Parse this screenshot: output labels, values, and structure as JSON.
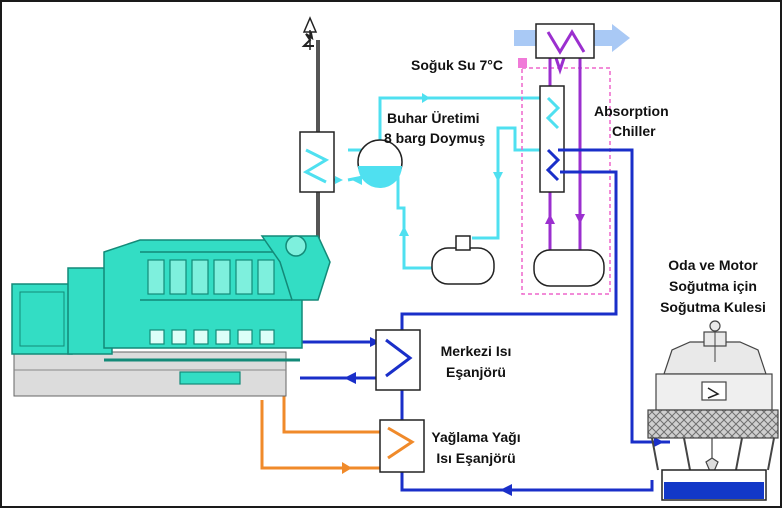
{
  "labels": {
    "cold_water": "Soğuk Su 7°C",
    "steam_line1": "Buhar Üretimi",
    "steam_line2": "8 barg Doymuş",
    "chiller_line1": "Absorption",
    "chiller_line2": "Chiller",
    "tower_line1": "Oda ve Motor",
    "tower_line2": "Soğutma için",
    "tower_line3": "Soğutma Kulesi",
    "central_hx_line1": "Merkezi Isı",
    "central_hx_line2": "Eşanjörü",
    "oil_hx_line1": "Yağlama Yağı",
    "oil_hx_line2": "Isı Eşanjörü"
  },
  "colors": {
    "frame": "#1a1a1a",
    "engine": "#33ddc4",
    "engine_dark": "#138a78",
    "engine_base": "#dcdcdc",
    "steam_loop": "#4fe0f0",
    "chilled_loop": "#9b2fcf",
    "cooling_loop": "#1a2fc9",
    "oil_loop": "#f08a2a",
    "arrow_fill": "#a9c9f5",
    "chiller_box": "#ee66cc",
    "cold_marker": "#f07ad8",
    "tower_water": "#1238c8"
  },
  "icons": {
    "exhaust": "exhaust-stack-arrow-icon",
    "cold_water_arrow": "cold-water-outflow-arrow-icon"
  }
}
